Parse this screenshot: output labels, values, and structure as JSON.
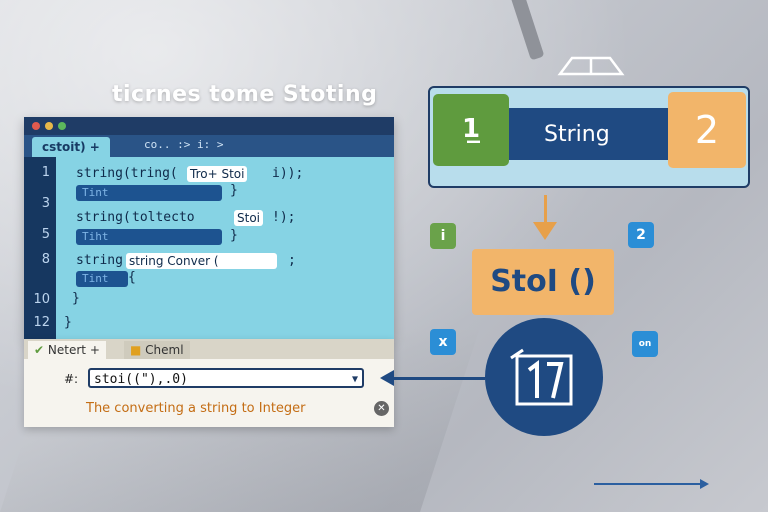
{
  "headline": "ticrnes tome Stoting",
  "editor": {
    "tab_label": "cstoit) +",
    "tab_path": "co..  :>  i: >",
    "line_numbers": [
      "1",
      "3",
      "5",
      "8",
      "10",
      "12"
    ],
    "code": {
      "l1": "string(tring(",
      "l1_box": "Tro+  Stoi",
      "l1_end": "i));",
      "l2_hint": "Tint",
      "l2_end": "}",
      "l3": "string(",
      "l3_box": "toltecto",
      "l3_box2": "Stoi",
      "l3_end": "!);",
      "l4_hint": "Tiht",
      "l4_end": "}",
      "l5": "string",
      "l5_box": "string Conver (",
      "l5_end": ";",
      "l6_hint": "Tint",
      "l6_end": "{",
      "l7": "}",
      "l8": "}"
    }
  },
  "panel": {
    "tab1": "Netert",
    "tab1_plus": "+",
    "tab2": "Cheml",
    "hash": "#:",
    "select_value": "stoi((\"),.0)",
    "message": "The converting a string to Integer"
  },
  "diagram": {
    "card_label": "String",
    "left_badge": "1̲",
    "right_badge": "2",
    "func_label": "StoI ()",
    "icon_i": "i",
    "icon_2": "2",
    "icon_x": "x",
    "icon_n": "on",
    "colors": {
      "navy": "#1f4a82",
      "orange": "#f2b56a",
      "green": "#5f9b3e",
      "cyan": "#86d3e4"
    }
  }
}
